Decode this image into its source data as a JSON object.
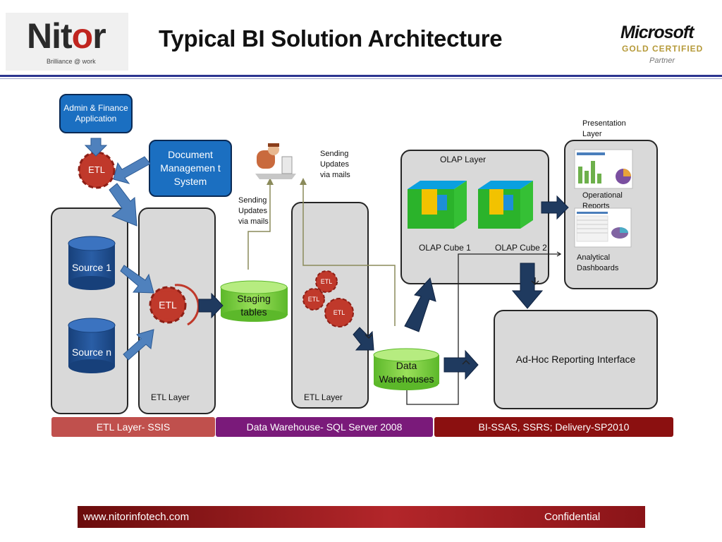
{
  "header": {
    "title": "Typical BI Solution Architecture",
    "logo_text": "Nitor",
    "logo_tagline": "Brilliance @ work",
    "partner_brand": "Microsoft",
    "partner_badge": "GOLD CERTIFIED",
    "partner_label": "Partner"
  },
  "diagram": {
    "admin_app": "Admin & Finance Application",
    "doc_mgmt": "Document Managemen t System",
    "etl_gear": "ETL",
    "source_1": "Source 1",
    "source_n": "Source n",
    "etl_layer_label_left": "ETL Layer",
    "etl_layer_label_mid": "ETL Layer",
    "staging": "Staging tables",
    "sending_updates_left": "Sending Updates via mails",
    "sending_updates_right": "Sending Updates via mails",
    "data_warehouses": "Data Warehouses",
    "olap_layer": "OLAP Layer",
    "olap_cube_1": "OLAP Cube 1",
    "olap_cube_2": "OLAP Cube 2",
    "presentation_layer": "Presentation Layer",
    "operational_reports": "Operational Reports",
    "analytical_dashboards": "Analytical Dashboards",
    "adhoc": "Ad-Hoc Reporting Interface"
  },
  "bands": {
    "ssis": "ETL Layer- SSIS",
    "dw": "Data Warehouse- SQL Server 2008",
    "bi": "BI-SSAS, SSRS; Delivery-SP2010"
  },
  "colors": {
    "blue_box": "#1b6fc1",
    "arrow_dark": "#1f3a5f",
    "arrow_blue": "#4f81bd",
    "gear_red": "#c0392b",
    "cyl_blue": "#1f4e8c",
    "cyl_green": "#7ccf3c",
    "band_ssis": "#c0504d",
    "band_dw": "#7a1a7a",
    "band_bi": "#8b1010"
  },
  "footer": {
    "url": "www.nitorinfotech.com",
    "confidential": "Confidential"
  }
}
